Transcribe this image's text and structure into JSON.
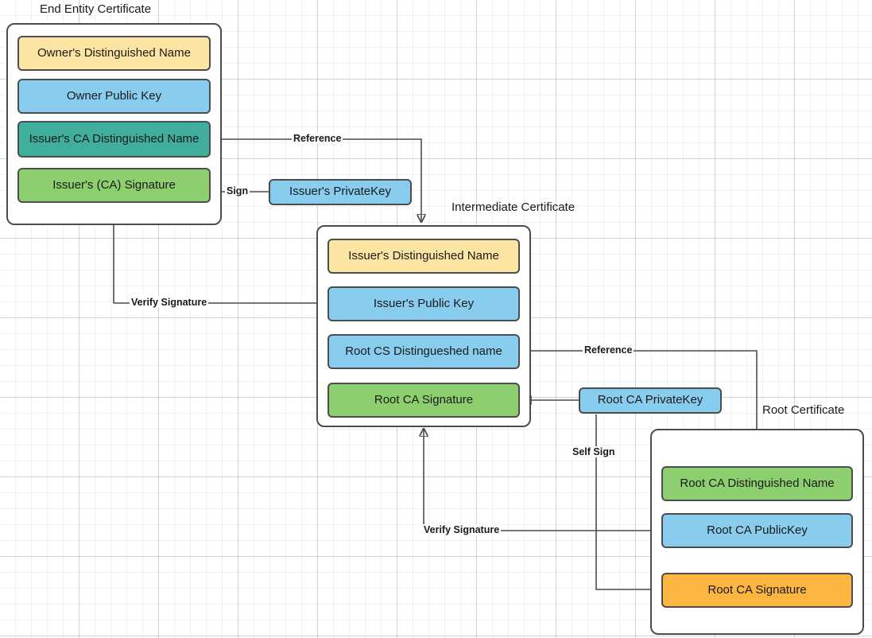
{
  "diagram": {
    "title_end_entity": "End Entity Certificate",
    "title_intermediate": "Intermediate Certificate",
    "title_root": "Root Certificate"
  },
  "end_entity_certificate": {
    "caption": "End Entity Certificate",
    "fields": [
      {
        "label": "Owner's Distinguished Name",
        "color": "#FCE5A2"
      },
      {
        "label": "Owner Public  Key",
        "color": "#88CCEE"
      },
      {
        "label": "Issuer's CA Distinguished Name",
        "color": "#3FAE9A"
      },
      {
        "label": "Issuer's (CA) Signature",
        "color": "#8DCE6E"
      }
    ]
  },
  "intermediate_certificate": {
    "caption": "Intermediate Certificate",
    "fields": [
      {
        "label": "Issuer's Distinguished Name",
        "color": "#FCE5A2"
      },
      {
        "label": "Issuer's Public  Key",
        "color": "#88CCEE"
      },
      {
        "label": "Root CS Distingueshed name",
        "color": "#88CCEE"
      },
      {
        "label": "Root CA Signature",
        "color": "#8DCE6E"
      }
    ]
  },
  "root_certificate": {
    "caption": "Root Certificate",
    "fields": [
      {
        "label": "Root CA Distinguished Name",
        "color": "#8DCE6E"
      },
      {
        "label": "Root CA PublicKey",
        "color": "#88CCEE"
      },
      {
        "label": "Root CA Signature",
        "color": "#FBB540"
      }
    ]
  },
  "keys": {
    "issuer_private_key": "Issuer's PrivateKey",
    "root_ca_private_key": "Root CA PrivateKey"
  },
  "edges": {
    "reference_top": "Reference",
    "sign": "Sign",
    "verify_signature_top": "Verify Signature",
    "reference_bottom": "Reference",
    "self_sign": "Self Sign",
    "verify_signature_bottom": "Verify Signature"
  },
  "palette": {
    "yellow": "#FCE5A2",
    "blue": "#88CCEE",
    "teal": "#3FAE9A",
    "green": "#8DCE6E",
    "orange": "#FBB540",
    "stroke": "#4D4D4D",
    "text": "#1A1A1A",
    "background": "#FFFFFF"
  }
}
